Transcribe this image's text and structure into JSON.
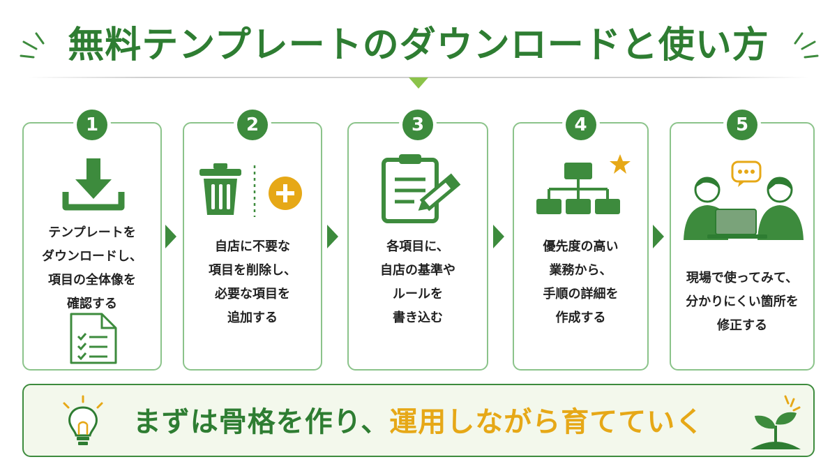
{
  "title": "無料テンプレートのダウンロードと使い方",
  "steps": [
    {
      "number": "1",
      "lines": [
        "テンプレートを",
        "ダウンロードし、",
        "項目の全体像を",
        "確認する"
      ],
      "icon": "download-icon"
    },
    {
      "number": "2",
      "lines": [
        "自店に不要な",
        "項目を削除し、",
        "必要な項目を",
        "追加する"
      ],
      "icon": "trash-plus-icon"
    },
    {
      "number": "3",
      "lines": [
        "各項目に、",
        "自店の基準や",
        "ルールを",
        "書き込む"
      ],
      "icon": "clipboard-pencil-icon"
    },
    {
      "number": "4",
      "lines": [
        "優先度の高い",
        "業務から、",
        "手順の詳細を",
        "作成する"
      ],
      "icon": "hierarchy-star-icon"
    },
    {
      "number": "5",
      "lines": [
        "現場で使ってみて、",
        "分かりにくい箇所を",
        "修正する"
      ],
      "icon": "people-laptop-icon"
    }
  ],
  "banner": {
    "part1": "まずは骨格を作り、",
    "part2": "運用しながら育てていく",
    "left_icon": "lightbulb-icon",
    "right_icon": "sprout-icon"
  },
  "colors": {
    "green": "#3d8b3d",
    "title_green": "#2e7d32",
    "accent_yellow": "#e6a817",
    "border_green": "#8bc38a"
  }
}
